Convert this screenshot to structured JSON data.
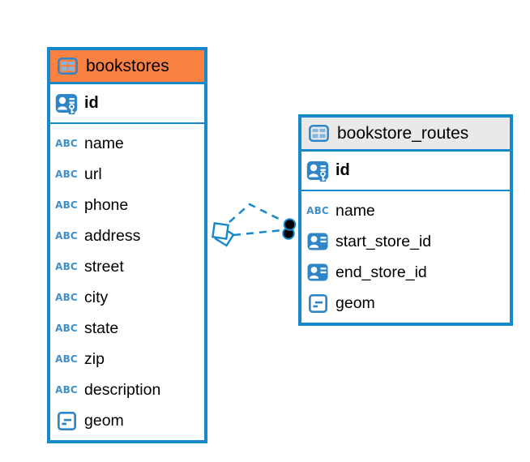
{
  "colors": {
    "table_border": "#1689CB",
    "bookstores_header": "#FA8142",
    "routes_header": "#E9E9E9",
    "icon_blue": "#2E86C9",
    "icon_cell_blue": "#7FB8E4",
    "relationship_line": "#1689CB",
    "dot_marker": "#000000",
    "text": "#000000"
  },
  "icons": {
    "text_glyph": "ABC"
  },
  "tables": [
    {
      "name": "bookstores",
      "primary_key": "id",
      "columns": [
        {
          "name": "name",
          "type_icon": "text-column-icon"
        },
        {
          "name": "url",
          "type_icon": "text-column-icon"
        },
        {
          "name": "phone",
          "type_icon": "text-column-icon"
        },
        {
          "name": "address",
          "type_icon": "text-column-icon"
        },
        {
          "name": "street",
          "type_icon": "text-column-icon"
        },
        {
          "name": "city",
          "type_icon": "text-column-icon"
        },
        {
          "name": "state",
          "type_icon": "text-column-icon"
        },
        {
          "name": "zip",
          "type_icon": "text-column-icon"
        },
        {
          "name": "description",
          "type_icon": "text-column-icon"
        },
        {
          "name": "geom",
          "type_icon": "geometry-column-icon"
        }
      ]
    },
    {
      "name": "bookstore_routes",
      "primary_key": "id",
      "columns": [
        {
          "name": "name",
          "type_icon": "text-column-icon"
        },
        {
          "name": "start_store_id",
          "type_icon": "foreign-key-column-icon"
        },
        {
          "name": "end_store_id",
          "type_icon": "foreign-key-column-icon"
        },
        {
          "name": "geom",
          "type_icon": "geometry-column-icon"
        }
      ]
    }
  ],
  "relationships": [
    {
      "from": "bookstore_routes",
      "to": "bookstores",
      "style": "dashed",
      "source_marker": "black-dot",
      "target_marker": "diamond"
    },
    {
      "from": "bookstore_routes",
      "to": "bookstores",
      "style": "dashed",
      "source_marker": "black-dot",
      "target_marker": "diamond"
    }
  ]
}
